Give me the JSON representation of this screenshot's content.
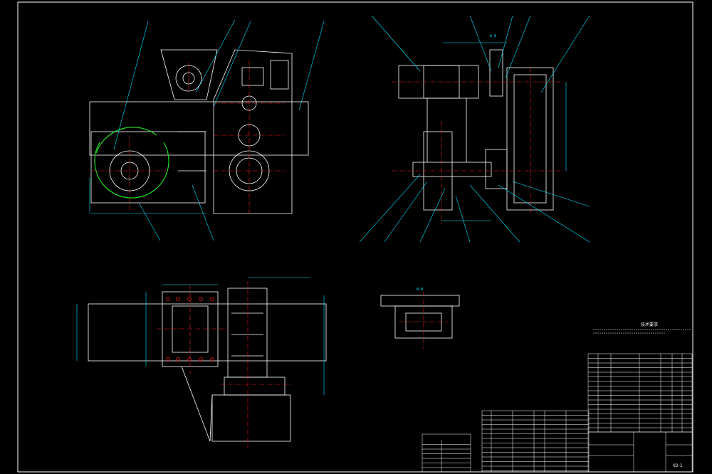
{
  "drawing": {
    "section_label": "A-A",
    "detail_label": "B-B",
    "tech_notes_title": "技术要求",
    "sheet_code": "02-1",
    "colors": {
      "background": "#000000",
      "outline": "#ffffff",
      "leader": "#00e5ff",
      "centerline": "#ff2020",
      "highlight": "#22dd22",
      "frame": "#ffffff"
    }
  }
}
